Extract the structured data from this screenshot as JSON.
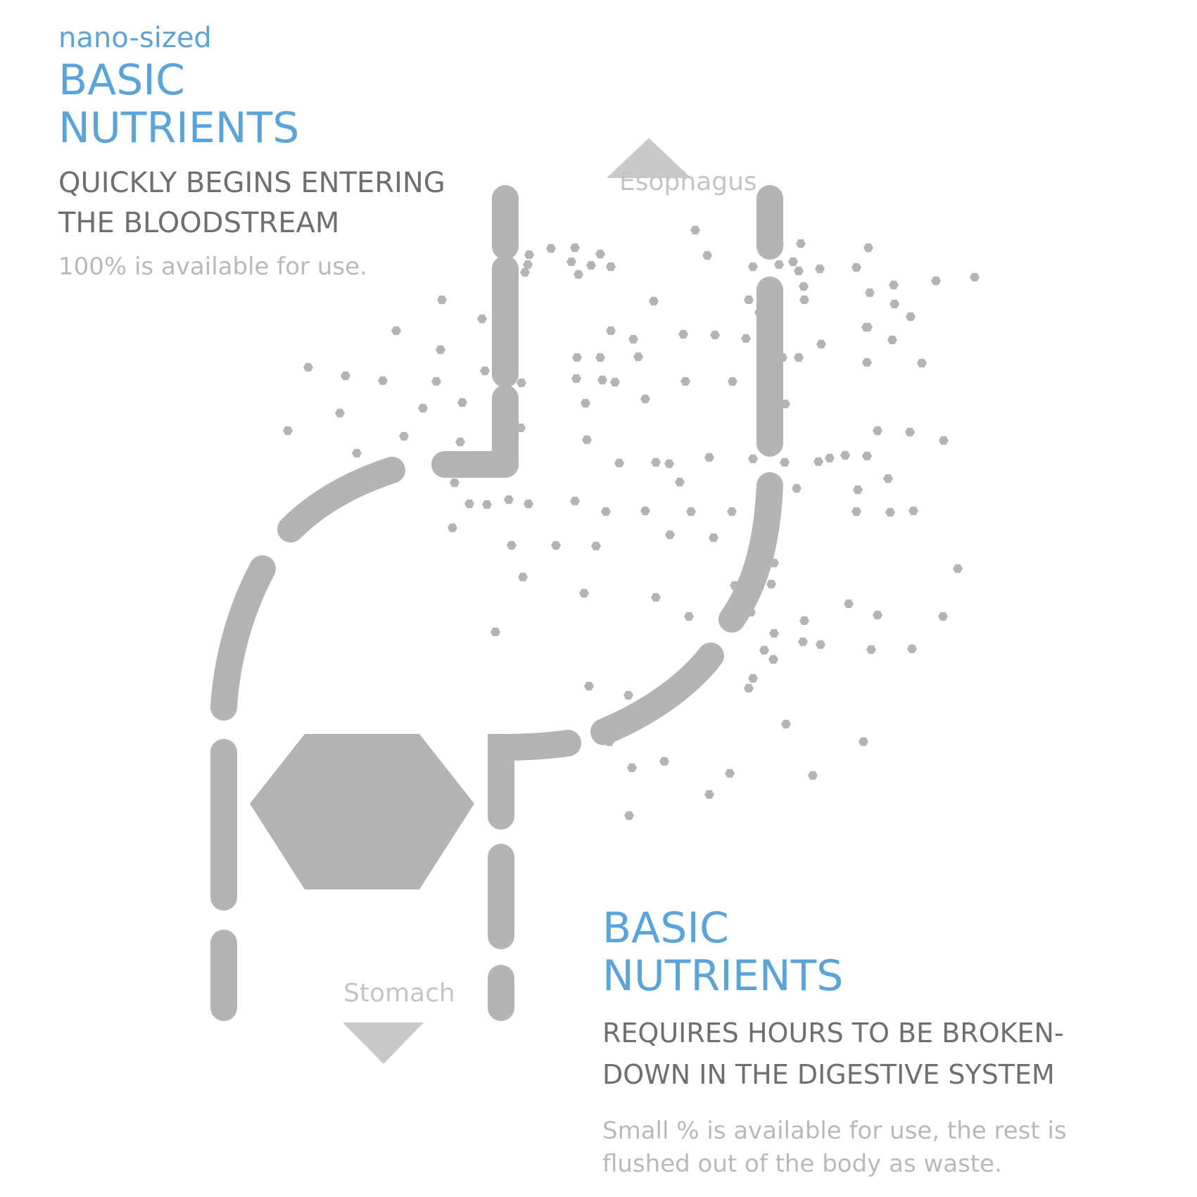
{
  "top_block": {
    "prefix": "nano-sized",
    "title_line1": "BASIC",
    "title_line2": "NUTRIENTS",
    "subtitle_line1": "QUICKLY BEGINS ENTERING",
    "subtitle_line2": "THE BLOODSTREAM",
    "note": "100% is available for use."
  },
  "bottom_block": {
    "title_line1": "BASIC",
    "title_line2": "NUTRIENTS",
    "subtitle_line1": "REQUIRES HOURS TO BE BROKEN-",
    "subtitle_line2": "DOWN IN THE DIGESTIVE SYSTEM",
    "note_line1": "Small % is available for use, the rest is",
    "note_line2": "flushed out of the body as waste."
  },
  "labels": {
    "esophagus": "Esophagus",
    "stomach": "Stomach"
  },
  "colors": {
    "accent_blue": "#5ba4d9",
    "wall_gray": "#b3b4b4",
    "arrow_gray": "#c9c9c9",
    "dark_text": "#6f6f6f",
    "light_text": "#b9b9b9"
  },
  "icons": {
    "up_arrow": "triangle-up",
    "down_arrow": "triangle-down",
    "nutrient": "hexagon"
  }
}
